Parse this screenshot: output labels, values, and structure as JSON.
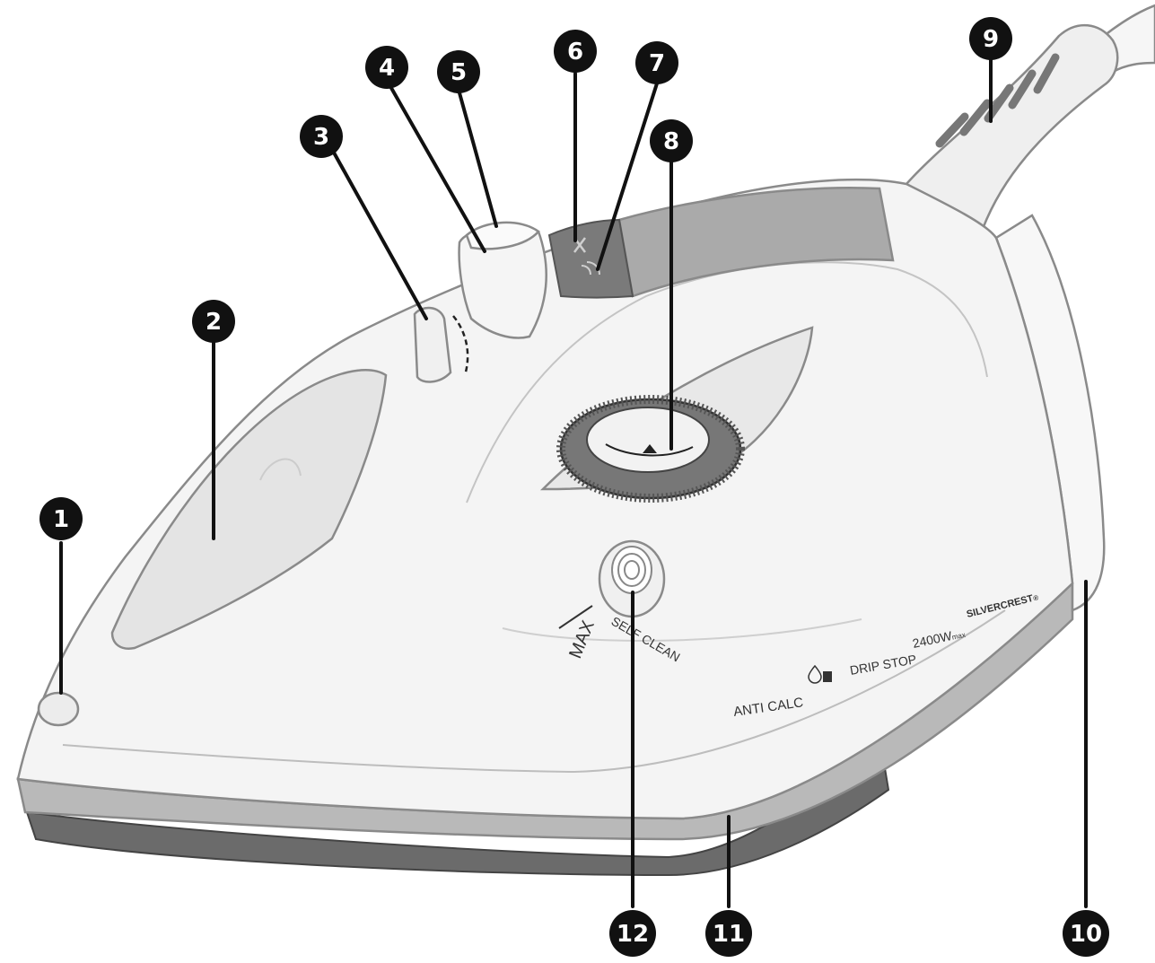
{
  "colors": {
    "body": "#f4f4f4",
    "outline": "#8a8a8a",
    "tank": "#e4e4e4",
    "soleplate_top": "#b9b9b9",
    "soleplate_bottom": "#6b6b6b",
    "panel": "#7a7a7a",
    "callout": "#111111"
  },
  "callouts": [
    {
      "id": "1",
      "label": "1",
      "part": "spray-nozzle"
    },
    {
      "id": "2",
      "label": "2",
      "part": "water-tank"
    },
    {
      "id": "3",
      "label": "3",
      "part": "steam-regulator"
    },
    {
      "id": "4",
      "label": "4",
      "part": "spray-button"
    },
    {
      "id": "5",
      "label": "5",
      "part": "shot-of-steam-button"
    },
    {
      "id": "6",
      "label": "6",
      "part": "indicator-panel-upper"
    },
    {
      "id": "7",
      "label": "7",
      "part": "indicator-panel-lower"
    },
    {
      "id": "8",
      "label": "8",
      "part": "temperature-dial"
    },
    {
      "id": "9",
      "label": "9",
      "part": "cable-bend-protector"
    },
    {
      "id": "10",
      "label": "10",
      "part": "heel-rest"
    },
    {
      "id": "11",
      "label": "11",
      "part": "soleplate"
    },
    {
      "id": "12",
      "label": "12",
      "part": "self-clean-button"
    }
  ],
  "printed": {
    "max": "MAX",
    "self_clean": "SELF CLEAN",
    "anti_calc": "ANTI CALC",
    "drip_stop": "DRIP STOP",
    "power": "2400W",
    "power_suffix": "max",
    "brand": "SILVERCREST",
    "brand_mark": "®"
  }
}
